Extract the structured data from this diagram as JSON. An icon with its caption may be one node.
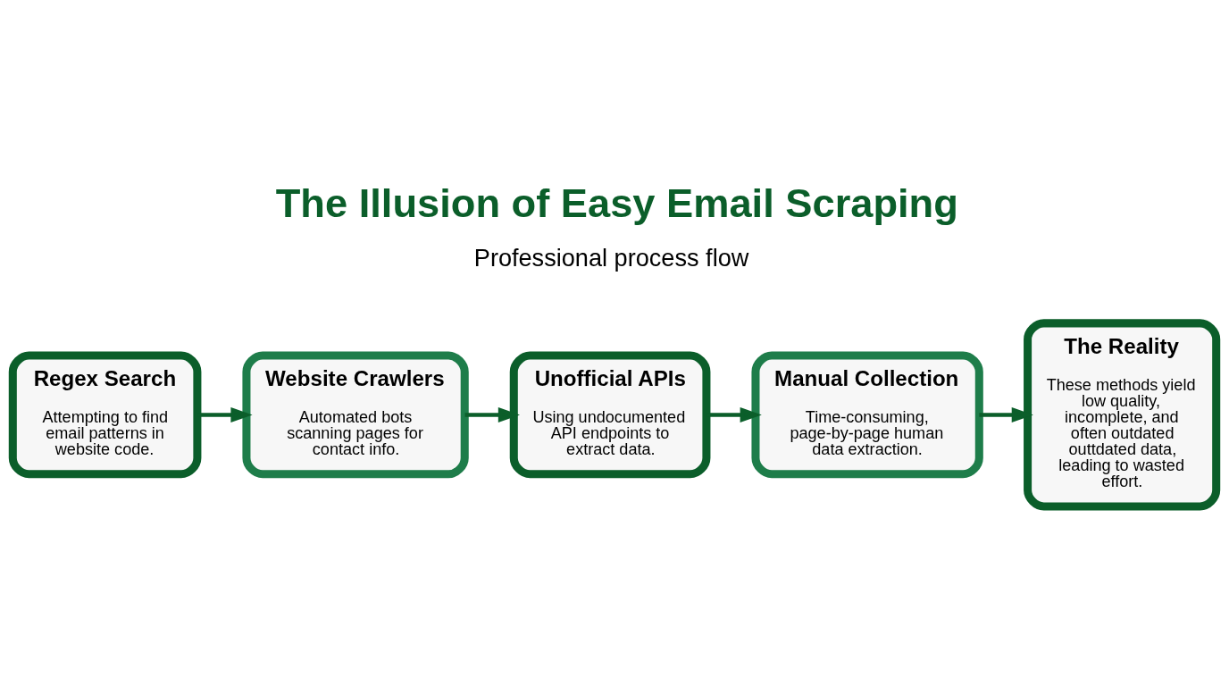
{
  "diagram": {
    "title": "The Illusion of Easy Email Scraping",
    "nodes": [
      {
        "text": [
          "Regex Search",
          "Attempting to find email patterns in website code."
        ]
      },
      {
        "text": [
          "Website Crawlers",
          "Automated bots scanning pages for contact info."
        ]
      },
      {
        "text": [
          "Unofficial APIs",
          "Using undocumented API endpoints to extract data."
        ]
      },
      {
        "text": [
          "Manual Collection",
          "Time-consuming, page-by-page human data extraction."
        ]
      },
      {
        "text": [
          "The Reality",
          "These methods yield low quality, incomplete, and often outdated outtdated data, leading to wasted effort."
        ]
      }
    ],
    "edges": [
      {
        "from": 0,
        "to": 1,
        "arrow": "to"
      },
      {
        "from": 1,
        "to": 2,
        "arrow": "to"
      },
      {
        "from": 2,
        "to": 3,
        "arrow": "to"
      },
      {
        "from": 3,
        "to": 4,
        "arrow": "to"
      }
    ],
    "labels": [
      "Professional process flow"
    ]
  }
}
